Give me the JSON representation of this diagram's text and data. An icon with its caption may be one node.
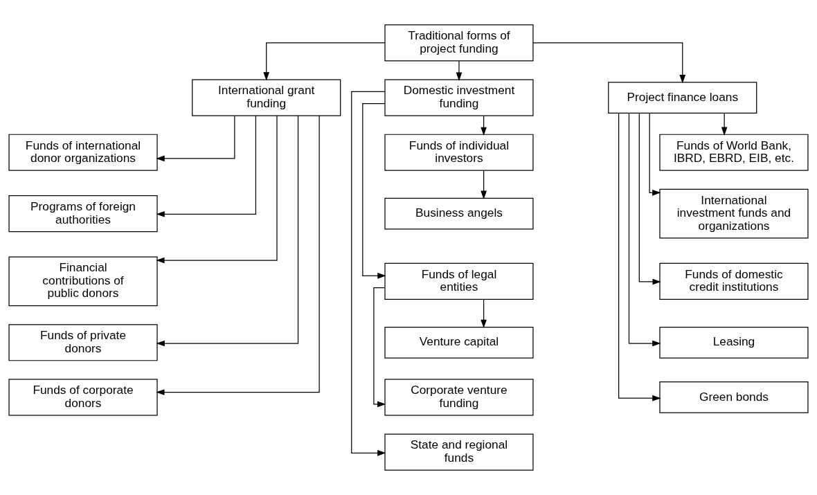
{
  "diagram": {
    "nodes": [
      {
        "text": [
          "Traditional forms of project funding"
        ]
      },
      {
        "text": [
          "International grant funding"
        ]
      },
      {
        "text": [
          "Domestic investment funding"
        ]
      },
      {
        "text": [
          "Project finance loans"
        ]
      },
      {
        "text": [
          "Funds of international donor organizations"
        ]
      },
      {
        "text": [
          "Programs of foreign authorities"
        ]
      },
      {
        "text": [
          "Financial contributions of public donors"
        ]
      },
      {
        "text": [
          "Funds of private donors"
        ]
      },
      {
        "text": [
          "Funds of corporate donors"
        ]
      },
      {
        "text": [
          "Funds of individual investors"
        ]
      },
      {
        "text": [
          "Business angels"
        ]
      },
      {
        "text": [
          "Funds of legal entities"
        ]
      },
      {
        "text": [
          "Venture capital"
        ]
      },
      {
        "text": [
          "Corporate venture funding"
        ]
      },
      {
        "text": [
          "State and regional funds"
        ]
      },
      {
        "text": [
          "Funds of World Bank, IBRD, EBRD, EIB, etc."
        ]
      },
      {
        "text": [
          "International investment funds and organizations"
        ]
      },
      {
        "text": [
          "Funds of domestic credit institutions"
        ]
      },
      {
        "text": [
          "Leasing"
        ]
      },
      {
        "text": [
          "Green bonds"
        ]
      }
    ],
    "edges": [
      {
        "from": 0,
        "to": 1,
        "arrow": "to"
      },
      {
        "from": 0,
        "to": 2,
        "arrow": "to"
      },
      {
        "from": 0,
        "to": 3,
        "arrow": "to"
      },
      {
        "from": 1,
        "to": 4,
        "arrow": "to"
      },
      {
        "from": 1,
        "to": 5,
        "arrow": "to"
      },
      {
        "from": 1,
        "to": 6,
        "arrow": "to"
      },
      {
        "from": 1,
        "to": 7,
        "arrow": "to"
      },
      {
        "from": 1,
        "to": 8,
        "arrow": "to"
      },
      {
        "from": 2,
        "to": 9,
        "arrow": "to"
      },
      {
        "from": 9,
        "to": 10,
        "arrow": "to"
      },
      {
        "from": 2,
        "to": 11,
        "arrow": "to"
      },
      {
        "from": 11,
        "to": 12,
        "arrow": "to"
      },
      {
        "from": 11,
        "to": 13,
        "arrow": "to"
      },
      {
        "from": 2,
        "to": 14,
        "arrow": "to"
      },
      {
        "from": 3,
        "to": 15,
        "arrow": "to"
      },
      {
        "from": 3,
        "to": 16,
        "arrow": "to"
      },
      {
        "from": 3,
        "to": 17,
        "arrow": "to"
      },
      {
        "from": 3,
        "to": 18,
        "arrow": "to"
      },
      {
        "from": 3,
        "to": 19,
        "arrow": "to"
      }
    ]
  }
}
